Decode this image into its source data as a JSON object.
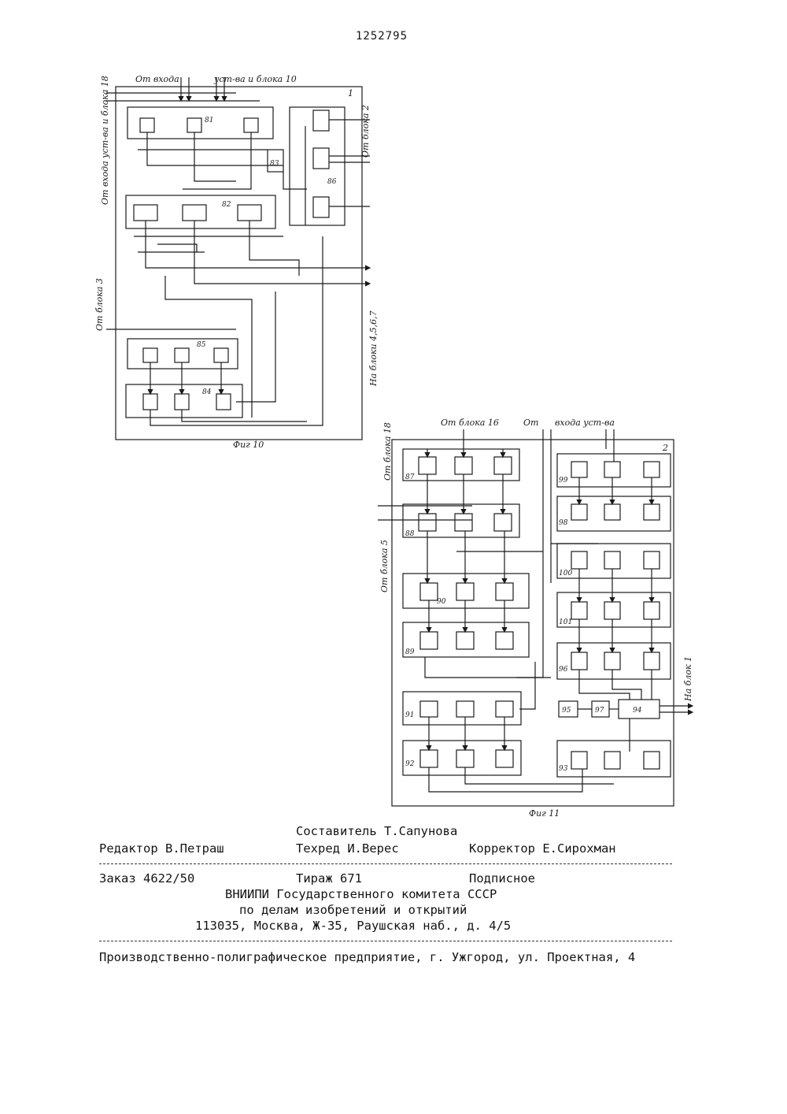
{
  "patent_number": "1252795",
  "fig10": {
    "caption": "Фиг 10",
    "block_number": "1",
    "labels": {
      "top_input": "От входа",
      "top_input2": "уст-ва и блока 10",
      "left_input": "От входа уст-ва и блока 18",
      "left_input2": "От блока 3",
      "right_input": "От блока 2",
      "right_output": "На блоки 4,5,6,7"
    },
    "node_numbers": [
      "81",
      "82",
      "83",
      "84",
      "85",
      "86"
    ]
  },
  "fig11": {
    "caption": "Фиг 11",
    "block_number": "2",
    "labels": {
      "top_input1": "От блока 16",
      "top_input2": "От",
      "top_input3": "входа уст-ва",
      "left_input1": "От блока 18",
      "left_input2": "От блока 5",
      "right_output": "На блок 1"
    },
    "node_numbers": [
      "87",
      "88",
      "89",
      "90",
      "91",
      "92",
      "93",
      "94",
      "95",
      "96",
      "97",
      "98",
      "99",
      "100",
      "101"
    ]
  },
  "imprint": {
    "compiler": "Составитель Т.Сапунова",
    "editor": "Редактор В.Петраш",
    "techred": "Техред И.Верес",
    "corrector": "Корректор Е.Сирохман",
    "order": "Заказ 4622/50",
    "circulation": "Тираж 671",
    "subscription": "Подписное",
    "org1": "ВНИИПИ Государственного комитета СССР",
    "org2": "по делам изобретений и открытий",
    "address": "113035, Москва, Ж-35, Раушская наб., д. 4/5",
    "printer": "Производственно-полиграфическое предприятие, г. Ужгород, ул. Проектная, 4"
  }
}
